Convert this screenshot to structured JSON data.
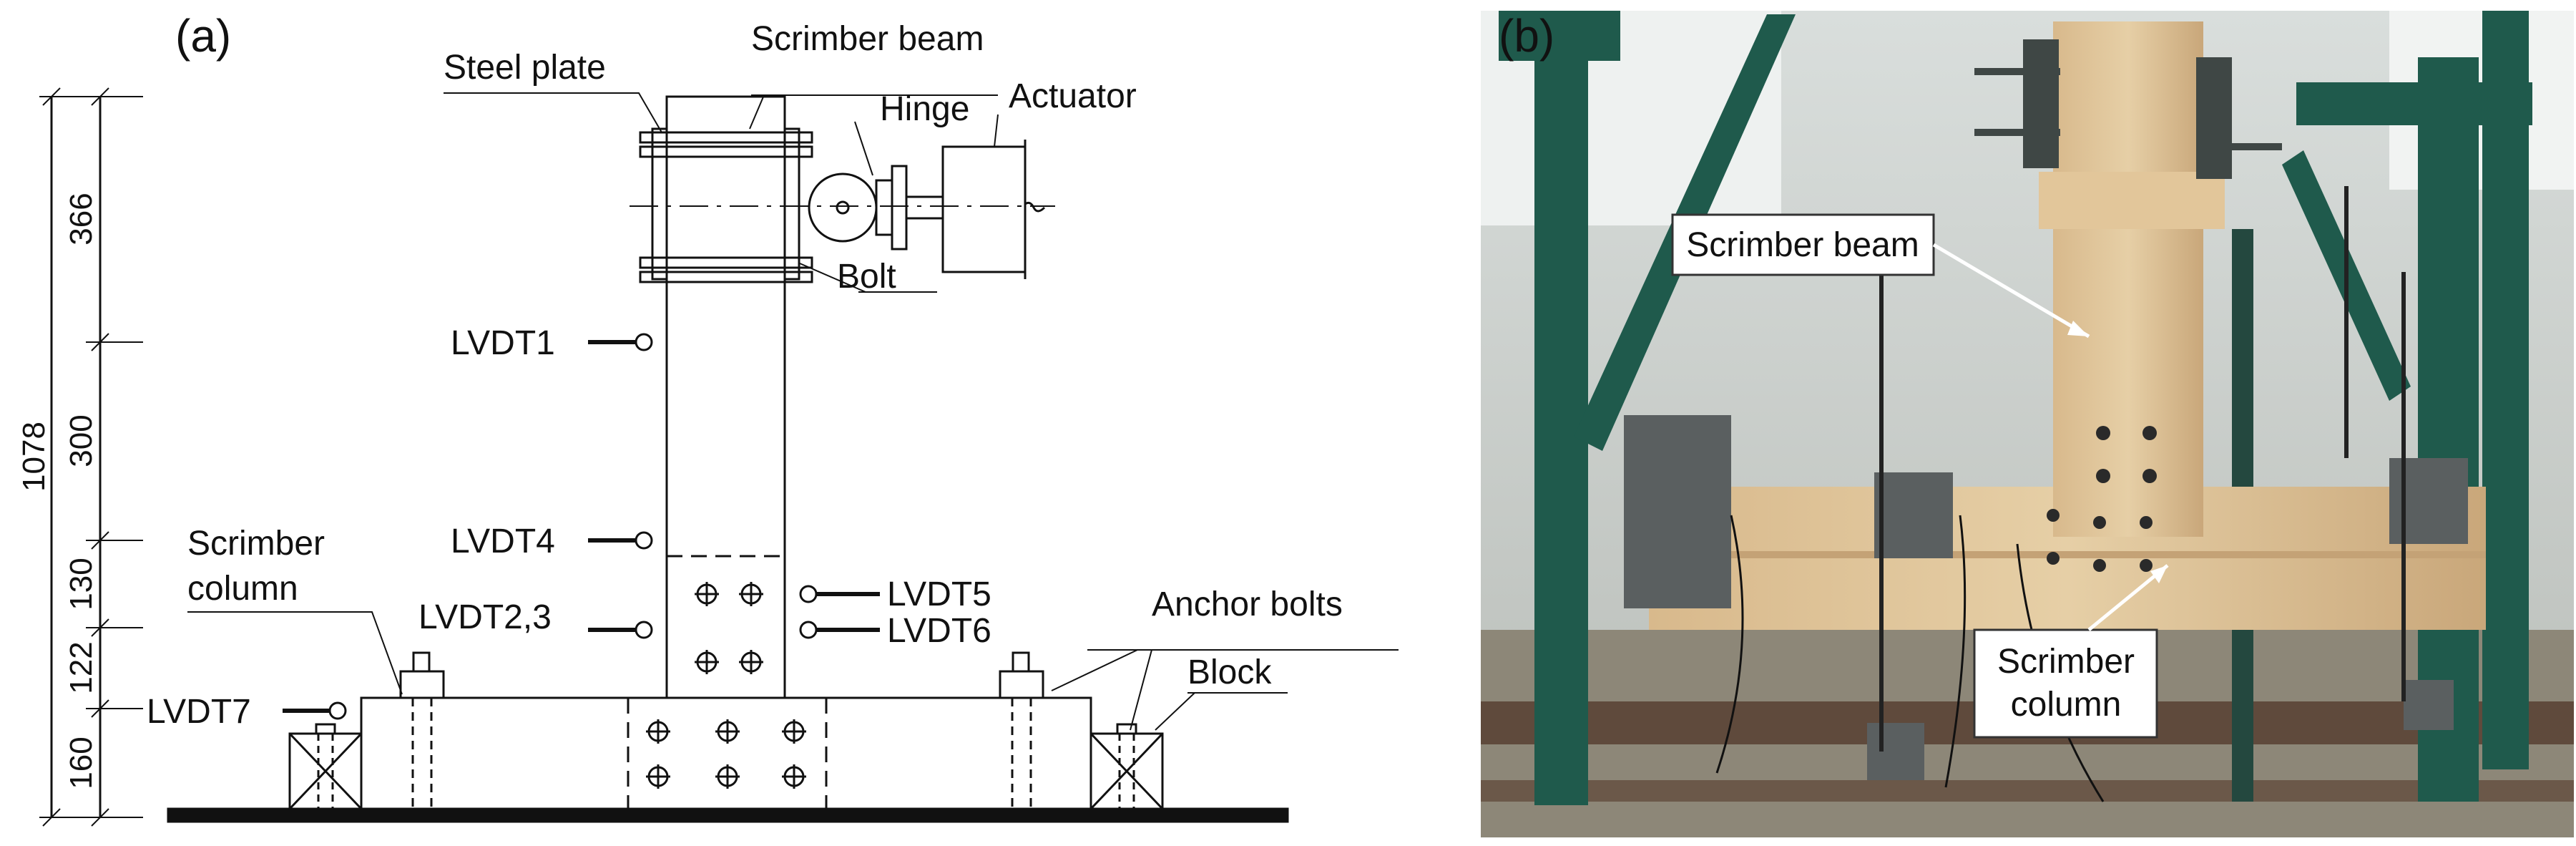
{
  "panel_a": {
    "panel_label": "(a)",
    "labels": {
      "steel_plate": "Steel plate",
      "scrimber_beam": "Scrimber beam",
      "hinge": "Hinge",
      "actuator": "Actuator",
      "bolt": "Bolt",
      "lvdt1": "LVDT1",
      "lvdt4": "LVDT4",
      "lvdt23": "LVDT2,3",
      "lvdt5": "LVDT5",
      "lvdt6": "LVDT6",
      "lvdt7": "LVDT7",
      "scrimber_column_1": "Scrimber",
      "scrimber_column_2": "column",
      "anchor_bolts": "Anchor bolts",
      "block": "Block"
    },
    "dimensions": {
      "total": "1078",
      "d1": "366",
      "d2": "300",
      "d3": "130",
      "d4": "122",
      "d5": "160"
    }
  },
  "panel_b": {
    "panel_label": "(b)",
    "callouts": {
      "beam": "Scrimber beam",
      "column_1": "Scrimber",
      "column_2": "column"
    }
  }
}
